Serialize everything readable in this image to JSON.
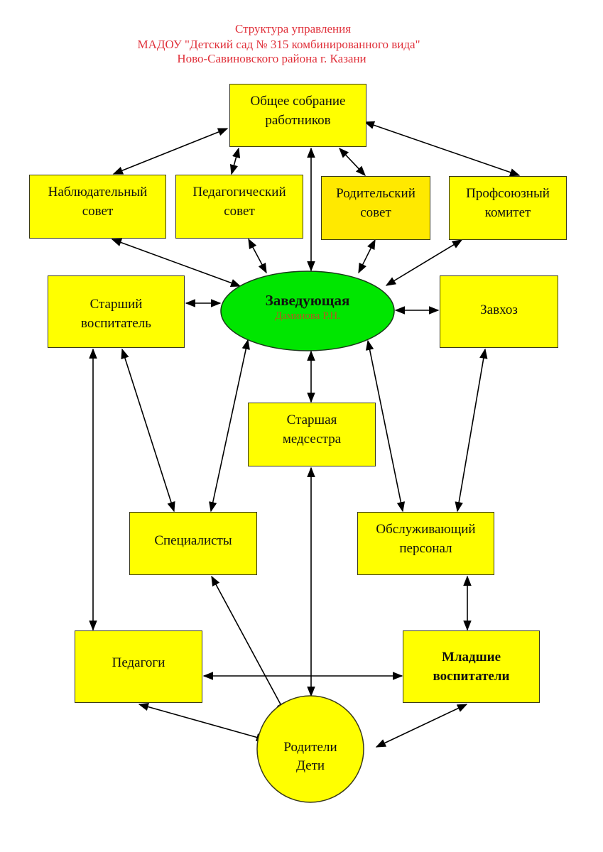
{
  "header": {
    "line1": "Структура управления",
    "line2": "МАДОУ \"Детский сад № 315 комбинированного вида\"",
    "line3": "Ново-Савиновского района г. Казани"
  },
  "colors": {
    "box_fill": "#ffff00",
    "center_fill": "#00e600",
    "title_color": "#e0303a",
    "subtitle_color": "#b05a1e"
  },
  "nodes": {
    "general_meeting": {
      "line1": "Общее собрание",
      "line2": "работников"
    },
    "supervisory_board": {
      "line1": "Наблюдательный",
      "line2": "совет"
    },
    "pedagogical_council": {
      "line1": "Педагогический",
      "line2": "совет"
    },
    "parent_council": {
      "line1": "Родительский",
      "line2": "совет"
    },
    "trade_union": {
      "line1": "Профсоюзный",
      "line2": "комитет"
    },
    "head": {
      "title": "Заведующая",
      "name": "Даминова Р.Н."
    },
    "senior_educator": {
      "line1": "Старший",
      "line2": "воспитатель"
    },
    "caretaker": {
      "line1": "Завхоз"
    },
    "senior_nurse": {
      "line1": "Старшая",
      "line2": "медсестра"
    },
    "specialists": {
      "line1": "Специалисты"
    },
    "service_staff": {
      "line1": "Обслуживающий",
      "line2": "персонал"
    },
    "teachers": {
      "line1": "Педагоги"
    },
    "junior_educators": {
      "line1": "Младшие",
      "line2": "воспитатели"
    },
    "parents_children": {
      "line1": "Родители",
      "line2": "Дети"
    }
  },
  "connections": [
    [
      "general_meeting",
      "supervisory_board"
    ],
    [
      "general_meeting",
      "pedagogical_council"
    ],
    [
      "general_meeting",
      "parent_council"
    ],
    [
      "general_meeting",
      "trade_union"
    ],
    [
      "general_meeting",
      "head"
    ],
    [
      "supervisory_board",
      "head"
    ],
    [
      "pedagogical_council",
      "head"
    ],
    [
      "parent_council",
      "head"
    ],
    [
      "trade_union",
      "head"
    ],
    [
      "senior_educator",
      "head"
    ],
    [
      "caretaker",
      "head"
    ],
    [
      "head",
      "senior_nurse"
    ],
    [
      "head",
      "specialists"
    ],
    [
      "head",
      "service_staff"
    ],
    [
      "senior_educator",
      "specialists"
    ],
    [
      "senior_educator",
      "teachers"
    ],
    [
      "caretaker",
      "service_staff"
    ],
    [
      "senior_nurse",
      "parents_children"
    ],
    [
      "specialists",
      "parents_children"
    ],
    [
      "service_staff",
      "junior_educators"
    ],
    [
      "teachers",
      "junior_educators"
    ],
    [
      "teachers",
      "parents_children"
    ],
    [
      "junior_educators",
      "parents_children"
    ]
  ]
}
